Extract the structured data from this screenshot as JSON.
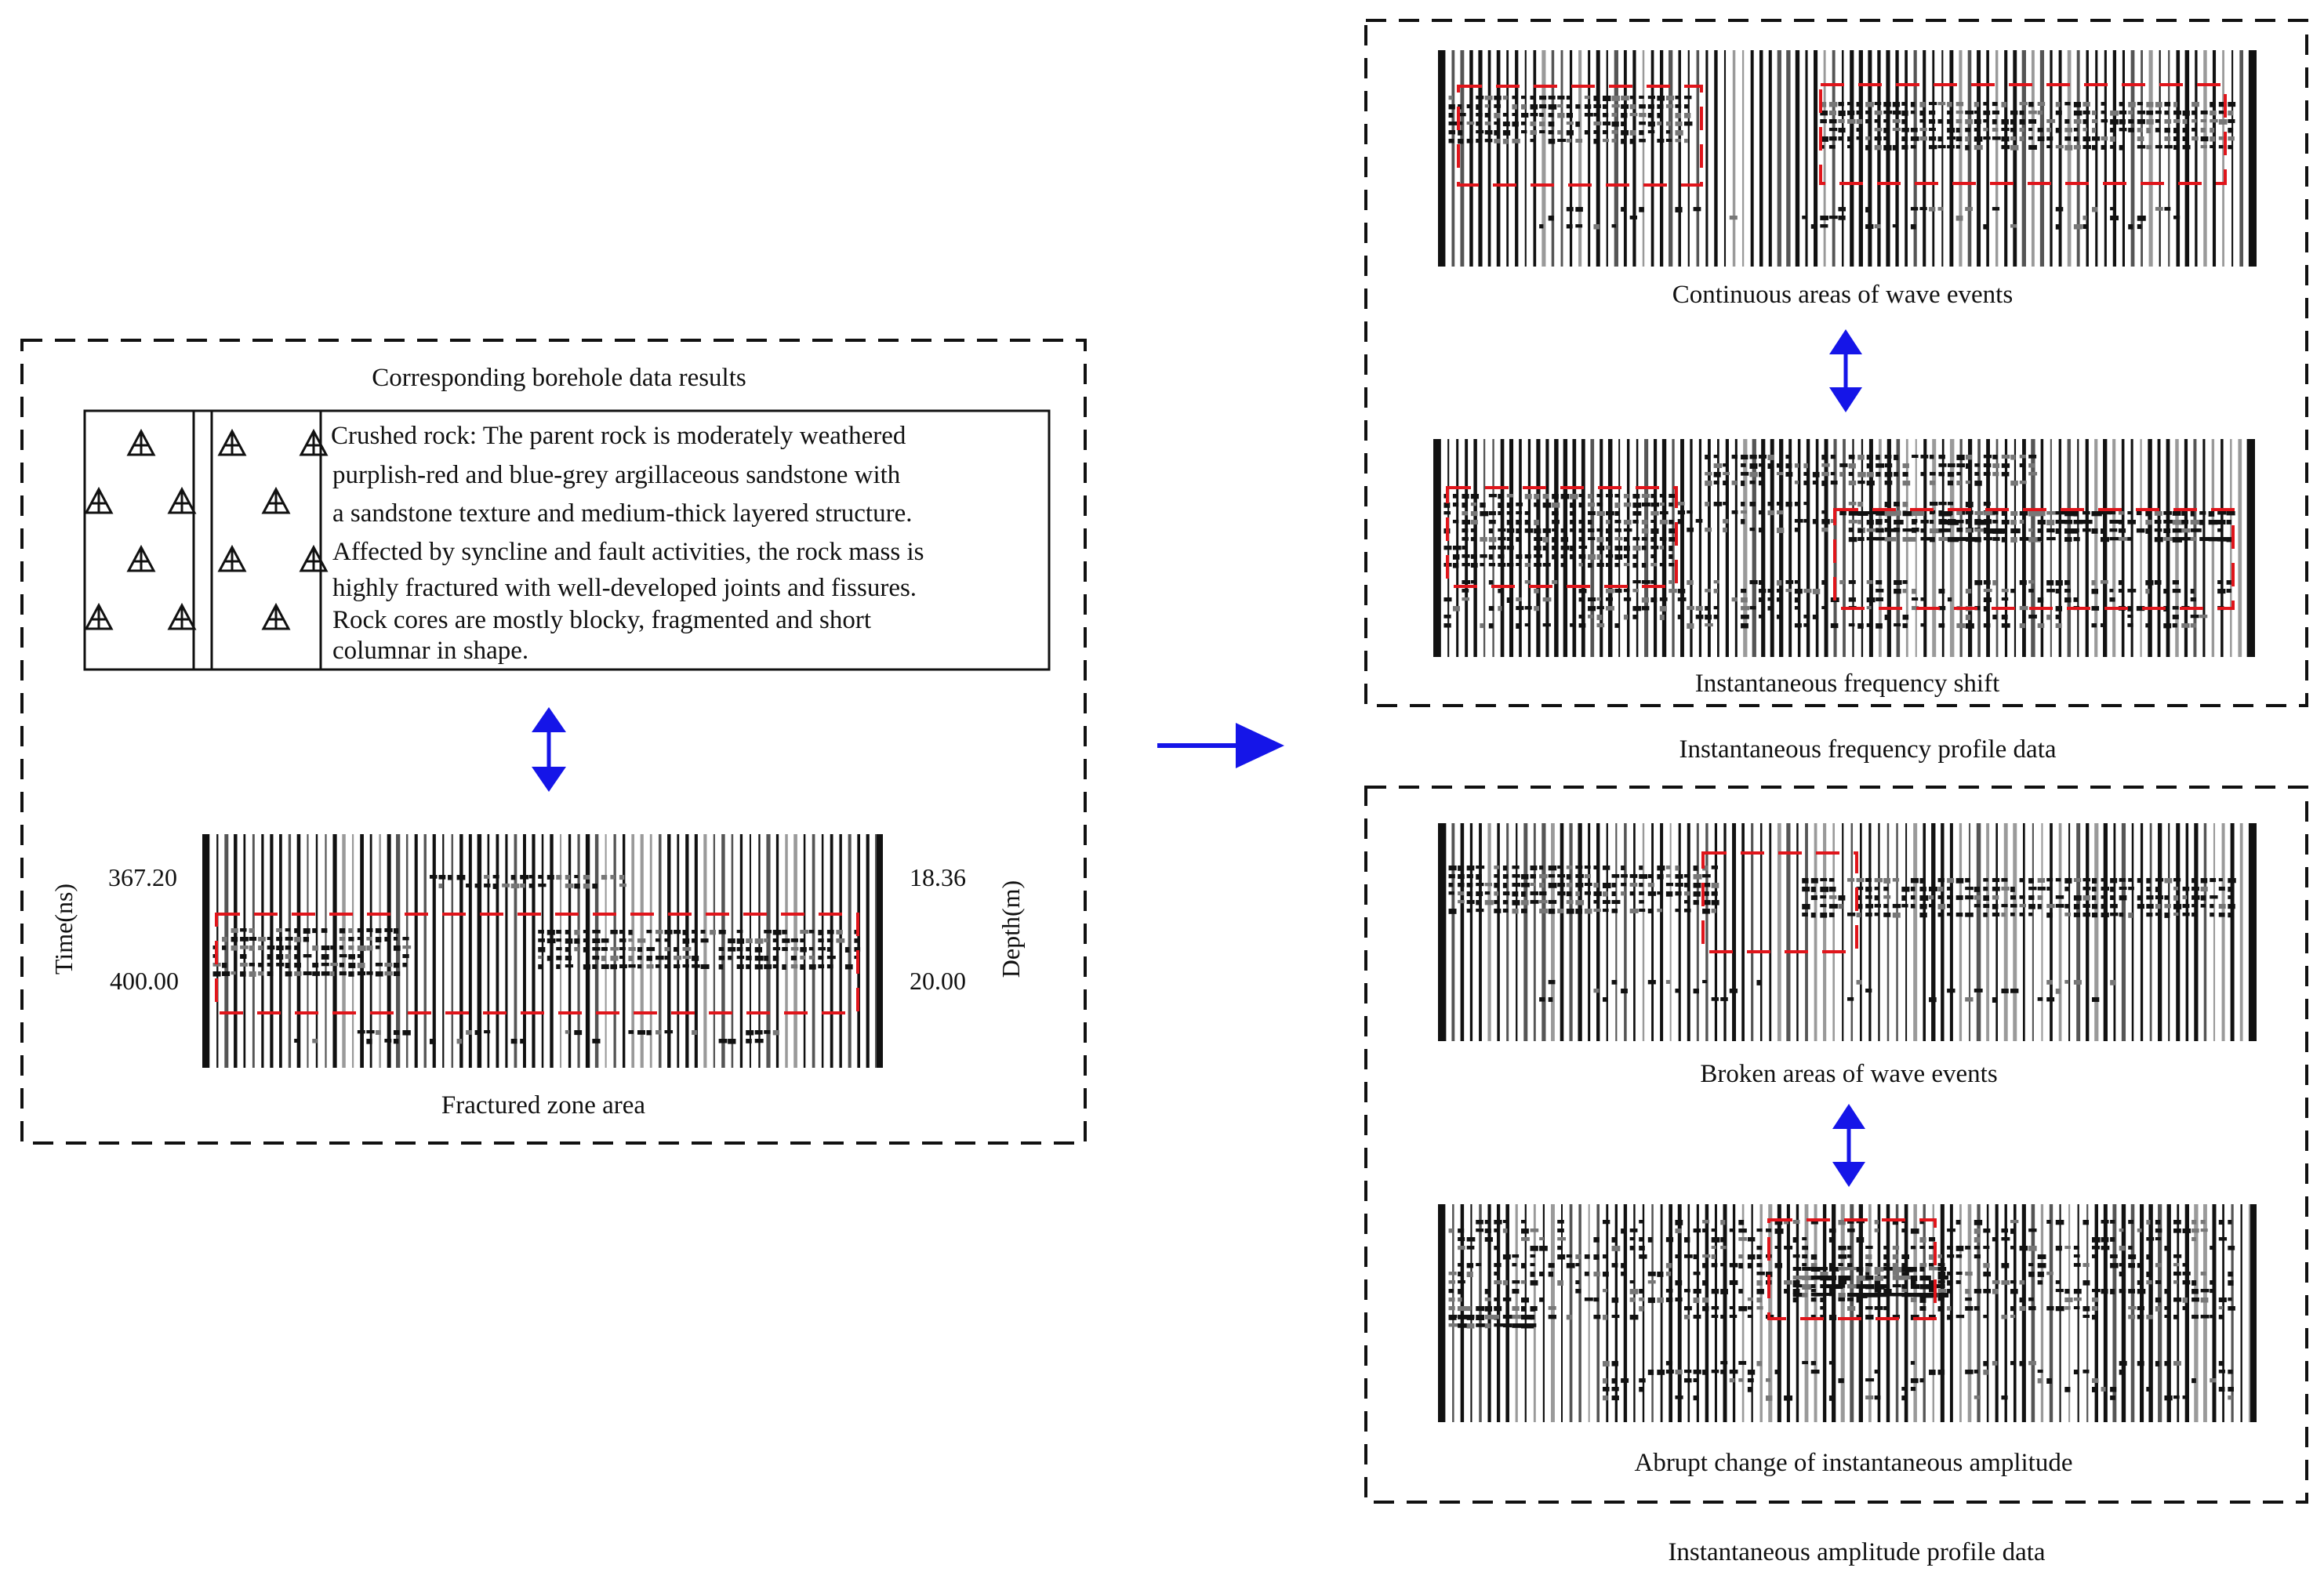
{
  "left_panel": {
    "title": "Corresponding borehole data results",
    "description_lines": [
      "Crushed rock: The parent rock is moderately weathered",
      "purplish-red and blue-grey argillaceous sandstone with",
      "a sandstone texture and medium-thick layered structure.",
      "Affected by syncline and fault activities, the rock mass is",
      "highly fractured with well-developed joints and fissures.",
      "Rock cores are mostly blocky, fragmented and short",
      "columnar in shape."
    ],
    "section_caption": "Fractured zone area",
    "time_axis_label": "Time(ns)",
    "depth_axis_label": "Depth(m)",
    "time_ticks": [
      "367.20",
      "400.00"
    ],
    "depth_ticks": [
      "18.36",
      "20.00"
    ]
  },
  "frequency_panel": {
    "top_caption": "Continuous areas of wave events",
    "bottom_caption": "Instantaneous frequency shift",
    "panel_label": "Instantaneous frequency profile data"
  },
  "amplitude_panel": {
    "top_caption": "Broken areas of wave events",
    "bottom_caption": "Abrupt change of instantaneous amplitude",
    "panel_label": "Instantaneous amplitude profile data"
  },
  "colors": {
    "frame": "#111111",
    "highlight_box": "#e0151b",
    "arrow": "#1515e8"
  },
  "icons": [
    "rock-symbol-icon",
    "double-arrow-icon",
    "flow-arrow-icon"
  ]
}
